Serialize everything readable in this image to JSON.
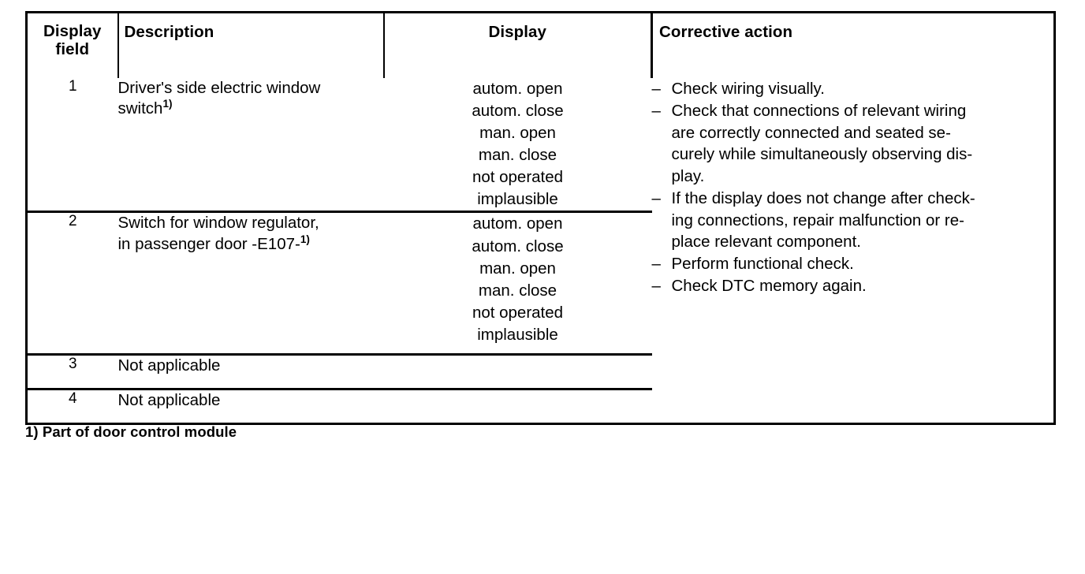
{
  "document": {
    "type": "service-manual-diagnostic-table"
  },
  "table": {
    "headers": {
      "display_field": "Display\nfield",
      "display_field_line1": "Display",
      "display_field_line2": "field",
      "description": "Description",
      "display": "Display",
      "corrective_action": "Corrective action"
    },
    "rows": [
      {
        "field": "1",
        "description_line1": "Driver's side electric window",
        "description_line2": "switch",
        "description_footnote_marker": "1)",
        "display_values": [
          "autom. open",
          "autom. close",
          "man. open",
          "man. close",
          "not operated",
          "implausible"
        ]
      },
      {
        "field": "2",
        "description_line1": "Switch for window regulator,",
        "description_line2": "in passenger door -E107-",
        "description_footnote_marker": "1)",
        "display_values": [
          "autom. open",
          "autom. close",
          "man. open",
          "man. close",
          "not operated",
          "implausible"
        ]
      },
      {
        "field": "3",
        "description_line1": "Not applicable",
        "description_line2": "",
        "description_footnote_marker": "",
        "display_values": []
      },
      {
        "field": "4",
        "description_line1": "Not applicable",
        "description_line2": "",
        "description_footnote_marker": "",
        "display_values": []
      }
    ],
    "corrective_action": {
      "dash": "–",
      "items": [
        "Check wiring visually.",
        "Check that connections of relevant wiring are correctly connected and seated se-curely while simultaneously observing dis-play.",
        "If the display does not change after check-ing connections, repair malfunction or re-place relevant component.",
        "Perform functional check.",
        "Check DTC memory again."
      ],
      "item_lines": [
        [
          "Check wiring visually."
        ],
        [
          "Check that connections of relevant wiring",
          "are correctly connected and seated se-",
          "curely while simultaneously observing dis-",
          "play."
        ],
        [
          "If the display does not change after check-",
          "ing connections, repair malfunction or re-",
          "place relevant component."
        ],
        [
          "Perform functional check."
        ],
        [
          "Check DTC memory again."
        ]
      ]
    }
  },
  "footnote": {
    "text": "1) Part of door control module"
  },
  "colors": {
    "background": "#ffffff",
    "text": "#000000",
    "border": "#000000"
  }
}
